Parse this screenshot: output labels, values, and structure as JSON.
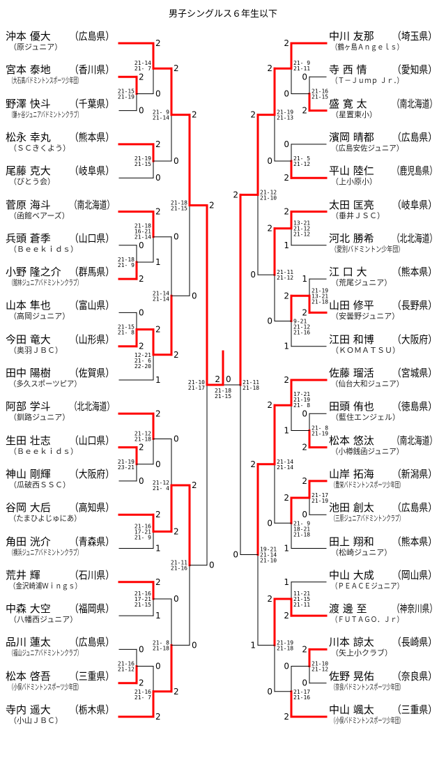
{
  "title": "男子シングルス６年生以下",
  "colors": {
    "win": "#ff0000",
    "line": "#000000"
  },
  "players": {
    "left": [
      {
        "name": "沖本 優大",
        "pref": "（広島県）",
        "club": "（原ジュニア）"
      },
      {
        "name": "宮本 泰地",
        "pref": "（香川県）",
        "club": "（大石高バドミントンスポーツ少年団）"
      },
      {
        "name": "野澤 快斗",
        "pref": "（千葉県）",
        "club": "（鎌ヶ谷ジュニアバドミントンクラブ）"
      },
      {
        "name": "松永 幸丸",
        "pref": "（熊本県）",
        "club": "（ＳＣきくよう）"
      },
      {
        "name": "尾藤 克大",
        "pref": "（岐阜県）",
        "club": "（びとう会）"
      },
      {
        "name": "菅原 海斗",
        "pref": "（南北海道）",
        "club": "（函館ベアーズ）"
      },
      {
        "name": "兵頭 蒼季",
        "pref": "（山口県）",
        "club": "（Ｂｅｅｋｉｄｓ）"
      },
      {
        "name": "小野 隆之介",
        "pref": "（群馬県）",
        "club": "（館林ジュニアバドミントンクラブ）"
      },
      {
        "name": "山本 隼也",
        "pref": "（富山県）",
        "club": "（高岡ジュニア）"
      },
      {
        "name": "今田 竜大",
        "pref": "（山形県）",
        "club": "（奥羽ＪＢＣ）"
      },
      {
        "name": "田中 陽樹",
        "pref": "（佐賀県）",
        "club": "（多久スポーツピア）"
      },
      {
        "name": "阿部 学斗",
        "pref": "（北北海道）",
        "club": "（釧路ジュニア）"
      },
      {
        "name": "生田 壮志",
        "pref": "（山口県）",
        "club": "（Ｂｅｅｋｉｄｓ）"
      },
      {
        "name": "神山 剛輝",
        "pref": "（大阪府）",
        "club": "（瓜破西ＳＳＣ）"
      },
      {
        "name": "谷岡 大后",
        "pref": "（高知県）",
        "club": "（たまひよじゅにあ）"
      },
      {
        "name": "角田 洸介",
        "pref": "（青森県）",
        "club": "（横浜ジュニアバドミントンクラブ）"
      },
      {
        "name": "荒井 輝",
        "pref": "（石川県）",
        "club": "（金沢崎浦Ｗｉｎｇｓ）"
      },
      {
        "name": "中森 大空",
        "pref": "（福岡県）",
        "club": "（八幡西ジュニア）"
      },
      {
        "name": "品川 蓮太",
        "pref": "（広島県）",
        "club": "（福山ジュニアバドミントンクラブ）"
      },
      {
        "name": "松本 啓吾",
        "pref": "（三重県）",
        "club": "（小俣バドミントンスポーツ少年団）"
      },
      {
        "name": "寺内 遥大",
        "pref": "（栃木県）",
        "club": "（小山ＪＢＣ）"
      }
    ],
    "right": [
      {
        "name": "中川 友那",
        "pref": "（埼玉県）",
        "club": "（鶴ヶ島Ａｎｇｅｌｓ）"
      },
      {
        "name": "寺 西 情",
        "pref": "（愛知県）",
        "club": "（Ｔ－Ｊｕｍｐ Ｊｒ．）"
      },
      {
        "name": "盛 寛 太",
        "pref": "（南北海道）",
        "club": "（星置東小）"
      },
      {
        "name": "濱岡 晴都",
        "pref": "（広島県）",
        "club": "（広島安佐ジュニア）"
      },
      {
        "name": "平山 陸仁",
        "pref": "（鹿児島県）",
        "club": "（上小原小）"
      },
      {
        "name": "太田 匡亮",
        "pref": "（岐阜県）",
        "club": "（垂井ＪＳＣ）"
      },
      {
        "name": "河北 勝希",
        "pref": "（北北海道）",
        "club": "（愛別バドミントン少年団）"
      },
      {
        "name": "江 口 大",
        "pref": "（熊本県）",
        "club": "（荒尾ジュニア）"
      },
      {
        "name": "山田 修平",
        "pref": "（長野県）",
        "club": "（安曇野ジュニア）"
      },
      {
        "name": "江田 和博",
        "pref": "（大阪府）",
        "club": "（ＫＯＭＡＴＳＵ）"
      },
      {
        "name": "佐藤 瑠活",
        "pref": "（宮城県）",
        "club": "（仙台大和ジュニア）"
      },
      {
        "name": "田頭 侑也",
        "pref": "（徳島県）",
        "club": "（藍住エンジェル）"
      },
      {
        "name": "松本 悠汰",
        "pref": "（南北海道）",
        "club": "（小樽銭函ジュニア）"
      },
      {
        "name": "山岸 拓海",
        "pref": "（新潟県）",
        "club": "（豊栄バドミントンスポーツ少年団）"
      },
      {
        "name": "池田 創太",
        "pref": "（広島県）",
        "club": "（三原ジュニアバドミントンクラブ）"
      },
      {
        "name": "田上 翔和",
        "pref": "（熊本県）",
        "club": "（松崎ジュニア）"
      },
      {
        "name": "中山 大成",
        "pref": "（岡山県）",
        "club": "（ＰＥＡＣＥジュニア）"
      },
      {
        "name": "渡 邊 至",
        "pref": "（神奈川県）",
        "club": "（ＦＵＴＡＧＯ．Ｊｒ）"
      },
      {
        "name": "川本 諒太",
        "pref": "（長崎県）",
        "club": "（矢上小クラブ）"
      },
      {
        "name": "佐野 晃佑",
        "pref": "（奈良県）",
        "club": "（奈良バドミントンスポーツ少年団）"
      },
      {
        "name": "中山 颯太",
        "pref": "（三重県）",
        "club": "（小俣バドミントンスポーツ少年団）"
      }
    ]
  },
  "bracket": {
    "left": {
      "m": [
        {
          "m": [
            {
              "m": [
                {
                  "m": [
                    {
                      "p": 0
                    },
                    {
                      "m": [
                        {
                          "p": 1
                        },
                        {
                          "p": 2
                        }
                      ],
                      "s": [
                        "2",
                        "0"
                      ],
                      "g": [
                        "21-15",
                        "21-19"
                      ]
                    }
                  ],
                  "s": [
                    "2",
                    "0"
                  ],
                  "g": [
                    "21-14",
                    "21- 7"
                  ]
                },
                {
                  "m": [
                    {
                      "p": 3
                    },
                    {
                      "p": 4
                    }
                  ],
                  "s": [
                    "2",
                    "0"
                  ],
                  "g": [
                    "21-19",
                    "21-15"
                  ]
                }
              ],
              "s": [
                "2",
                "0"
              ],
              "g": [
                "21- 9",
                "21-14"
              ]
            },
            {
              "m": [
                {
                  "m": [
                    {
                      "p": 5
                    },
                    {
                      "m": [
                        {
                          "p": 6
                        },
                        {
                          "p": 7
                        }
                      ],
                      "s": [
                        "0",
                        "2"
                      ],
                      "g": [
                        "21-18",
                        "21- 9"
                      ]
                    }
                  ],
                  "s": [
                    "2",
                    "1"
                  ],
                  "g": [
                    "21-18",
                    "16-21",
                    "21-14"
                  ]
                },
                {
                  "m": [
                    {
                      "m": [
                        {
                          "p": 8
                        },
                        {
                          "p": 9
                        }
                      ],
                      "s": [
                        "0",
                        "2"
                      ],
                      "g": [
                        "21-15",
                        "21- 8"
                      ]
                    },
                    {
                      "p": 10
                    }
                  ],
                  "s": [
                    "2",
                    "1"
                  ],
                  "g": [
                    "12-21",
                    "21- 6",
                    "22-20"
                  ]
                }
              ],
              "s": [
                "0",
                "2"
              ],
              "g": [
                "21-14",
                "21-14"
              ]
            }
          ],
          "s": [
            "2",
            "0"
          ],
          "g": [
            "21-18",
            "21-15"
          ]
        },
        {
          "m": [
            {
              "m": [
                {
                  "m": [
                    {
                      "p": 11
                    },
                    {
                      "m": [
                        {
                          "p": 12
                        },
                        {
                          "p": 13
                        }
                      ],
                      "s": [
                        "2",
                        "0"
                      ],
                      "g": [
                        "21-19",
                        "23-21"
                      ]
                    }
                  ],
                  "s": [
                    "2",
                    "0"
                  ],
                  "g": [
                    "21-12",
                    "21-18"
                  ]
                },
                {
                  "m": [
                    {
                      "p": 14
                    },
                    {
                      "p": 15
                    }
                  ],
                  "s": [
                    "2",
                    "1"
                  ],
                  "g": [
                    "21-16",
                    "17-21",
                    "21- 9"
                  ]
                }
              ],
              "s": [
                "0",
                "2"
              ],
              "g": [
                "21-12",
                "21- 4"
              ]
            },
            {
              "m": [
                {
                  "m": [
                    {
                      "p": 16
                    },
                    {
                      "p": 17
                    }
                  ],
                  "s": [
                    "2",
                    "1"
                  ],
                  "g": [
                    "21-16",
                    "17-21",
                    "21-15"
                  ]
                },
                {
                  "m": [
                    {
                      "m": [
                        {
                          "p": 18
                        },
                        {
                          "p": 19
                        }
                      ],
                      "s": [
                        "0",
                        "2"
                      ],
                      "g": [
                        "21-16",
                        "21-12"
                      ]
                    },
                    {
                      "p": 20
                    }
                  ],
                  "s": [
                    "0",
                    "2"
                  ],
                  "g": [
                    "21-16",
                    "21- 7"
                  ]
                }
              ],
              "s": [
                "0",
                "2"
              ],
              "g": [
                "21- 8",
                "21-18"
              ]
            }
          ],
          "s": [
            "2",
            "0"
          ],
          "g": [
            "21-11",
            "21-16"
          ]
        }
      ],
      "s": [
        "2",
        "0"
      ],
      "g": [
        "21-10",
        "21-17"
      ]
    },
    "right": {
      "m": [
        {
          "m": [
            {
              "m": [
                {
                  "m": [
                    {
                      "p": 0
                    },
                    {
                      "m": [
                        {
                          "p": 1
                        },
                        {
                          "p": 2
                        }
                      ],
                      "s": [
                        "0",
                        "2"
                      ],
                      "g": [
                        "21-16",
                        "21-15"
                      ]
                    }
                  ],
                  "s": [
                    "2",
                    "0"
                  ],
                  "g": [
                    "21- 9",
                    "21-11"
                  ]
                },
                {
                  "m": [
                    {
                      "p": 3
                    },
                    {
                      "p": 4
                    }
                  ],
                  "s": [
                    "0",
                    "2"
                  ],
                  "g": [
                    "21- 5",
                    "21-12"
                  ]
                }
              ],
              "s": [
                "2",
                "0"
              ],
              "g": [
                "21-19",
                "21-13"
              ]
            },
            {
              "m": [
                {
                  "m": [
                    {
                      "p": 5
                    },
                    {
                      "p": 6
                    }
                  ],
                  "s": [
                    "2",
                    "1"
                  ],
                  "g": [
                    "13-21",
                    "21-12",
                    "21-12"
                  ]
                },
                {
                  "m": [
                    {
                      "m": [
                        {
                          "p": 7
                        },
                        {
                          "p": 8
                        }
                      ],
                      "s": [
                        "1",
                        "2"
                      ],
                      "g": [
                        "21-19",
                        "13-21",
                        "21-18"
                      ]
                    },
                    {
                      "p": 9
                    }
                  ],
                  "s": [
                    "2",
                    "1"
                  ],
                  "g": [
                    "9-21",
                    "21-12",
                    "21-16"
                  ]
                }
              ],
              "s": [
                "2",
                "0"
              ],
              "g": [
                "21-11",
                "21-12"
              ]
            }
          ],
          "s": [
            "2",
            "0"
          ],
          "g": [
            "21-12",
            "21-10"
          ]
        },
        {
          "m": [
            {
              "m": [
                {
                  "m": [
                    {
                      "p": 10
                    },
                    {
                      "m": [
                        {
                          "p": 11
                        },
                        {
                          "p": 12
                        }
                      ],
                      "s": [
                        "0",
                        "2"
                      ],
                      "g": [
                        "21- 8",
                        "21-19"
                      ]
                    }
                  ],
                  "s": [
                    "2",
                    "1"
                  ],
                  "g": [
                    "17-21",
                    "21-19",
                    "21- 8"
                  ]
                },
                {
                  "m": [
                    {
                      "m": [
                        {
                          "p": 13
                        },
                        {
                          "p": 14
                        }
                      ],
                      "s": [
                        "2",
                        "0"
                      ],
                      "g": [
                        "21-17",
                        "21-19"
                      ]
                    },
                    {
                      "p": 15
                    }
                  ],
                  "s": [
                    "2",
                    "1"
                  ],
                  "g": [
                    "21- 9",
                    "18-21",
                    "21-18"
                  ]
                }
              ],
              "s": [
                "2",
                "0"
              ],
              "g": [
                "21-14",
                "21-14"
              ]
            },
            {
              "m": [
                {
                  "m": [
                    {
                      "p": 16
                    },
                    {
                      "p": 17
                    }
                  ],
                  "s": [
                    "1",
                    "2"
                  ],
                  "g": [
                    "11-21",
                    "21-15",
                    "21-11"
                  ]
                },
                {
                  "m": [
                    {
                      "m": [
                        {
                          "p": 18
                        },
                        {
                          "p": 19
                        }
                      ],
                      "s": [
                        "2",
                        "0"
                      ],
                      "g": [
                        "21-10",
                        "21-12"
                      ]
                    },
                    {
                      "p": 20
                    }
                  ],
                  "s": [
                    "0",
                    "2"
                  ],
                  "g": [
                    "21-17",
                    "21-16"
                  ]
                }
              ],
              "s": [
                "2",
                "0"
              ],
              "g": [
                "21-19",
                "21-18"
              ]
            }
          ],
          "s": [
            "2",
            "1"
          ],
          "g": [
            "19-21",
            "21-14",
            "21-10"
          ]
        }
      ],
      "s": [
        "2",
        "0"
      ],
      "g": [
        "21-11",
        "21-18"
      ]
    },
    "final": {
      "s": [
        "2",
        "0"
      ],
      "g": [
        "21-18",
        "21-15"
      ]
    }
  }
}
